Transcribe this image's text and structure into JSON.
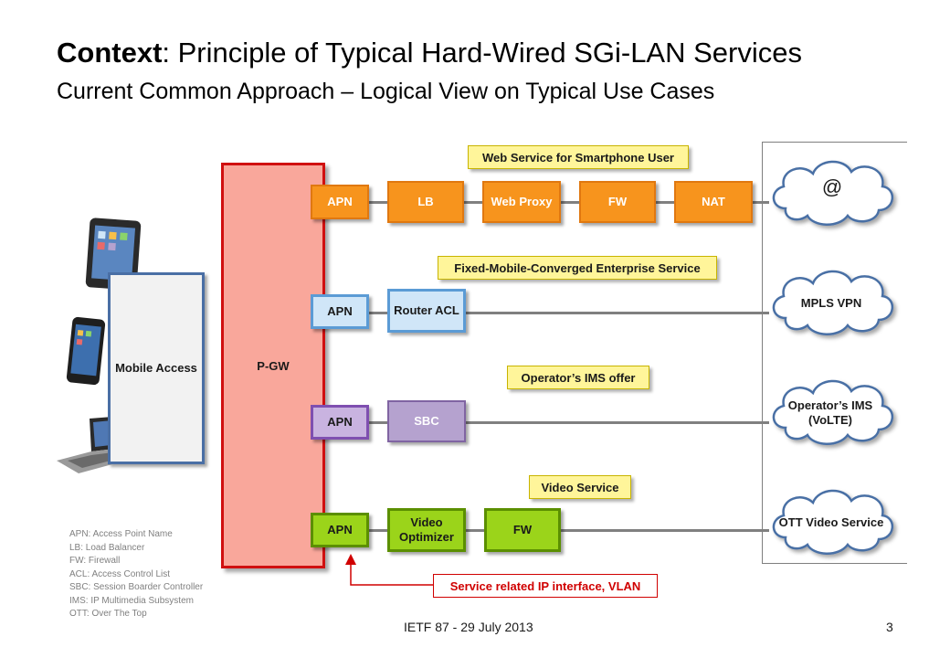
{
  "header": {
    "title_bold": "Context",
    "title_rest": ": Principle of Typical Hard-Wired SGi-LAN Services",
    "subtitle": "Current Common Approach – Logical View on Typical Use Cases"
  },
  "devices": {
    "mobile_access": "Mobile Access",
    "pgw": "P-GW"
  },
  "rows": {
    "web": {
      "label": "Web Service for Smartphone User",
      "apn": "APN",
      "lb": "LB",
      "proxy": "Web Proxy",
      "fw": "FW",
      "nat": "NAT",
      "cloud": "@"
    },
    "enterprise": {
      "label": "Fixed-Mobile-Converged Enterprise Service",
      "apn": "APN",
      "router": "Router ACL",
      "cloud": "MPLS VPN"
    },
    "ims": {
      "label": "Operator’s IMS offer",
      "apn": "APN",
      "sbc": "SBC",
      "cloud": "Operator’s IMS (VoLTE)"
    },
    "video": {
      "label": "Video Service",
      "apn": "APN",
      "optimizer": "Video Optimizer",
      "fw": "FW",
      "cloud": "OTT Video Service"
    }
  },
  "annotation": "Service related IP interface, VLAN",
  "legend": [
    "APN: Access Point Name",
    "LB: Load Balancer",
    "FW: Firewall",
    "ACL: Access Control List",
    "SBC: Session Boarder Controller",
    "IMS: IP Multimedia Subsystem",
    "OTT: Over The Top"
  ],
  "footer": "IETF 87 - 29 July 2013",
  "page_number": "3",
  "colors": {
    "orange": "#f7941d",
    "blue_border": "#5b9bd5",
    "purple": "#8064a2",
    "green": "#9bd41a",
    "red": "#d00000",
    "label_yellow": "#fff59a"
  }
}
